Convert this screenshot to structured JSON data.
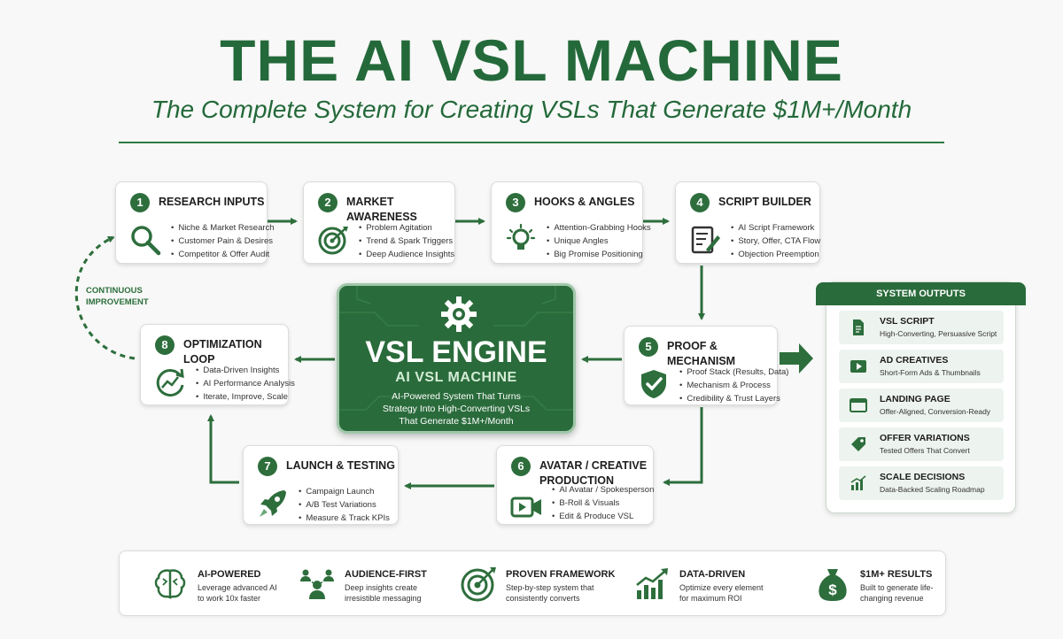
{
  "header": {
    "title": "THE AI VSL MACHINE",
    "subtitle": "The Complete System for Creating VSLs That Generate $1M+/Month"
  },
  "steps": [
    {
      "num": "1",
      "title": "RESEARCH INPUTS",
      "icon": "magnifier-icon",
      "items": [
        "Niche & Market Research",
        "Customer Pain & Desires",
        "Competitor & Offer Audit"
      ]
    },
    {
      "num": "2",
      "title": "MARKET AWARENESS",
      "icon": "target-icon",
      "items": [
        "Problem Agitation",
        "Trend & Spark Triggers",
        "Deep Audience Insights"
      ]
    },
    {
      "num": "3",
      "title": "HOOKS & ANGLES",
      "icon": "lightbulb-icon",
      "items": [
        "Attention-Grabbing Hooks",
        "Unique Angles",
        "Big Promise Positioning"
      ]
    },
    {
      "num": "4",
      "title": "SCRIPT BUILDER",
      "icon": "script-edit-icon",
      "items": [
        "AI Script Framework",
        "Story, Offer, CTA Flow",
        "Objection Preemption"
      ]
    },
    {
      "num": "5",
      "title": "PROOF & MECHANISM",
      "icon": "shield-check-icon",
      "items": [
        "Proof Stack (Results, Data)",
        "Mechanism & Process",
        "Credibility & Trust Layers"
      ]
    },
    {
      "num": "6",
      "title": "AVATAR / CREATIVE",
      "title2": "PRODUCTION",
      "icon": "video-camera-icon",
      "items": [
        "AI Avatar / Spokesperson",
        "B-Roll & Visuals",
        "Edit & Produce VSL"
      ]
    },
    {
      "num": "7",
      "title": "LAUNCH & TESTING",
      "icon": "rocket-icon",
      "items": [
        "Campaign Launch",
        "A/B Test Variations",
        "Measure & Track KPIs"
      ]
    },
    {
      "num": "8",
      "title": "OPTIMIZATION LOOP",
      "icon": "refresh-chart-icon",
      "items": [
        "Data-Driven Insights",
        "AI Performance Analysis",
        "Iterate, Improve, Scale"
      ]
    }
  ],
  "engine": {
    "title": "VSL ENGINE",
    "subtitle": "AI VSL MACHINE",
    "description": "AI-Powered System That Turns Strategy Into High-Converting VSLs That Generate $1M+/Month"
  },
  "loop_label": "CONTINUOUS IMPROVEMENT",
  "outputs": {
    "title": "SYSTEM OUTPUTS",
    "items": [
      {
        "title": "VSL SCRIPT",
        "desc": "High-Converting, Persuasive Script",
        "icon": "document-icon"
      },
      {
        "title": "AD CREATIVES",
        "desc": "Short-Form Ads & Thumbnails",
        "icon": "play-icon"
      },
      {
        "title": "LANDING PAGE",
        "desc": "Offer-Aligned, Conversion-Ready",
        "icon": "browser-window-icon"
      },
      {
        "title": "OFFER VARIATIONS",
        "desc": "Tested Offers That Convert",
        "icon": "tag-icon"
      },
      {
        "title": "SCALE DECISIONS",
        "desc": "Data-Backed Scaling Roadmap",
        "icon": "bar-chart-icon"
      }
    ]
  },
  "features": [
    {
      "title": "AI-POWERED",
      "desc": "Leverage advanced AI to work 10x faster",
      "icon": "brain-icon"
    },
    {
      "title": "AUDIENCE-FIRST",
      "desc": "Deep insights create irresistible messaging",
      "icon": "audience-icon"
    },
    {
      "title": "PROVEN FRAMEWORK",
      "desc": "Step-by-step system that consistently converts",
      "icon": "target-icon"
    },
    {
      "title": "DATA-DRIVEN",
      "desc": "Optimize every element for maximum ROI",
      "icon": "growth-chart-icon"
    },
    {
      "title": "$1M+ RESULTS",
      "desc": "Built to generate life-changing revenue",
      "icon": "money-bag-icon"
    }
  ],
  "colors": {
    "primary": "#2a6b3b",
    "accent": "#24693a",
    "panel": "#edf3ee"
  }
}
